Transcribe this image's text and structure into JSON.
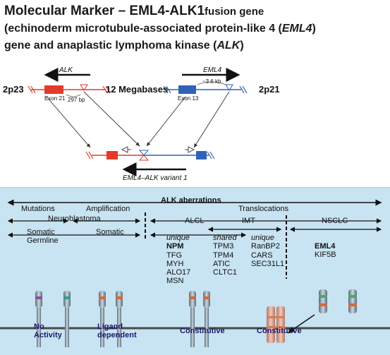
{
  "title": {
    "line1": "Molecular Marker – EML4-ALK1",
    "line1_small": "fusion gene",
    "line2_pre": "(echinoderm microtubule-associated protein-like 4 (",
    "line2_gene": "EML4",
    "line2_post": ")",
    "line3_pre": "gene and anaplastic lymphoma kinase (",
    "line3_gene": "ALK",
    "line3_post": ")"
  },
  "diagram": {
    "alk_label": "ALK",
    "eml4_label": "EML4",
    "chr_left": "2p23",
    "chr_right": "2p21",
    "distance": "12 Megabases",
    "exon21": "Exon 21",
    "bp297": "297 bp",
    "exon13": "Exon 13",
    "kb": "~3.6 kb",
    "fusion_label": "EML4–ALK variant 1"
  },
  "aberrations": {
    "header": "ALK aberrations",
    "mutations": "Mutations",
    "amplification": "Amplification",
    "neuroblastoma": "Neuroblastoma",
    "somatic_germline": [
      "Somatic",
      "Germline"
    ],
    "somatic": "Somatic",
    "translocations": "Translocations",
    "alcl": "ALCL",
    "imt": "IMT",
    "nsclc": "NSCLC",
    "unique_label": "unique",
    "shared_label": "shared",
    "unique2_label": "unique",
    "alcl_genes": [
      "NPM",
      "TFG",
      "MYH",
      "ALO17",
      "MSN"
    ],
    "shared_genes": [
      "TPM3",
      "TPM4",
      "ATIC",
      "CLTC1"
    ],
    "imt_genes": [
      "RanBP2",
      "CARS",
      "SEC31L1"
    ],
    "nsclc_genes": [
      "EML4",
      "KIF5B"
    ],
    "bottom_labels": {
      "no_activity": [
        "No",
        "Activity"
      ],
      "ligand": [
        "Ligand",
        "dependent"
      ],
      "constitutive1": "Constitutive",
      "constitutive2": "Constitutive"
    }
  },
  "colors": {
    "alk_exon": "#e23b2b",
    "eml4_exon": "#2f63b8",
    "panel_bg": "#c8e3f2",
    "label_text": "#1b1b6a"
  }
}
